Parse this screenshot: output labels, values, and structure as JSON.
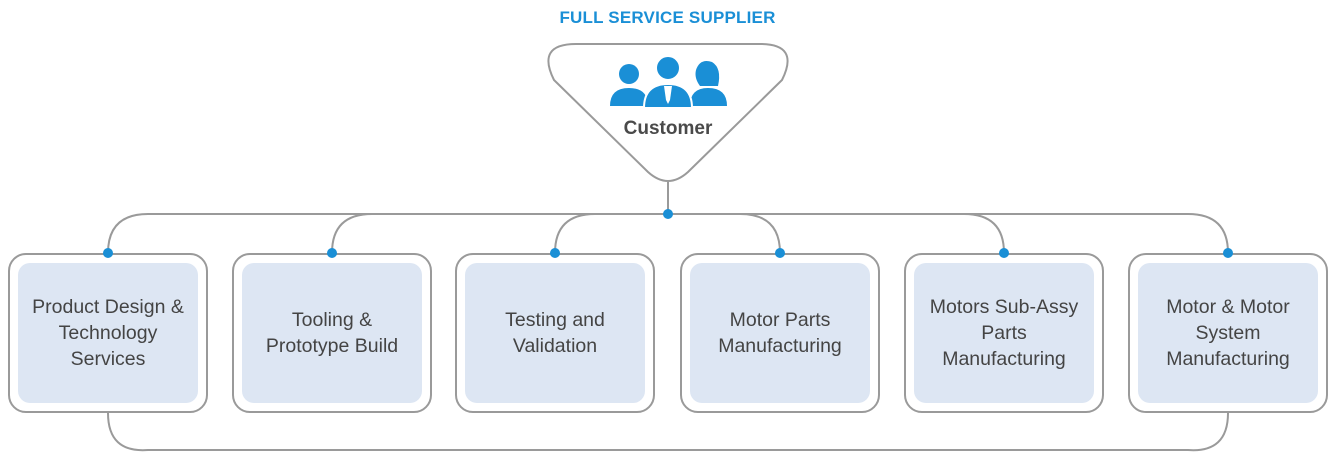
{
  "title": "FULL SERVICE SUPPLIER",
  "customer": {
    "label": "Customer",
    "icon": "customers-group-icon"
  },
  "services": [
    {
      "label": "Product Design & Technology Services"
    },
    {
      "label": "Tooling & Prototype Build"
    },
    {
      "label": "Testing and Validation"
    },
    {
      "label": "Motor Parts Manufacturing"
    },
    {
      "label": "Motors Sub-Assy Parts Manufacturing"
    },
    {
      "label": "Motor & Motor System Manufacturing"
    }
  ],
  "colors": {
    "accent": "#1a8fd6",
    "box_fill": "#dde6f3",
    "line": "#9a9a9a",
    "text": "#444444"
  }
}
